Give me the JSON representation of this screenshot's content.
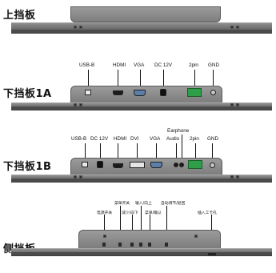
{
  "sections": {
    "top_panel": {
      "title": "上挡板"
    },
    "bottom_panel_1a": {
      "title": "下挡板1A",
      "ports": [
        "USB-B",
        "HDMI",
        "VGA",
        "DC 12V",
        "2pin",
        "GND"
      ]
    },
    "bottom_panel_1b": {
      "title": "下挡板1B",
      "ports": [
        "USB-B",
        "DC 12V",
        "HDMI",
        "DVI",
        "VGA",
        "Audio",
        "2pin",
        "GND"
      ],
      "earphone_label": "Earphone"
    },
    "side_panel": {
      "title": "侧挡板",
      "labels_upper": [
        "菜单开关",
        "输入/向上",
        "自动调节/退回"
      ],
      "labels_lower": [
        "电源开关",
        "减少/向下",
        "菜单/确认",
        "插入工卡孔"
      ]
    }
  },
  "colors": {
    "panel": "#6e6e6e",
    "terminal": "#2f9e48",
    "vga": "#5b7fa8"
  }
}
